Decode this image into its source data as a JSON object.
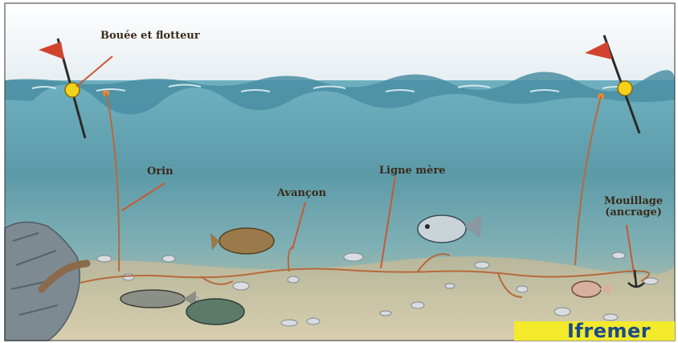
{
  "labels": {
    "buoy": "Bouée et flotteur",
    "orin": "Orin",
    "avancon": "Avançon",
    "ligne_mere": "Ligne mère",
    "mouillage": "Mouillage",
    "ancrage": "(ancrage)"
  },
  "logo": {
    "text": "Ifremer",
    "background_color": "#f2ea2a",
    "text_color": "#1c4a8a"
  },
  "colors": {
    "sky": "#f4f8fb",
    "water_surface": "#7fb6c3",
    "water_deep": "#5c9aa8",
    "seabed": "#c9c6a6",
    "line": "#b66a3c",
    "buoy": "#f3d21a",
    "flag": "#d2432d"
  }
}
